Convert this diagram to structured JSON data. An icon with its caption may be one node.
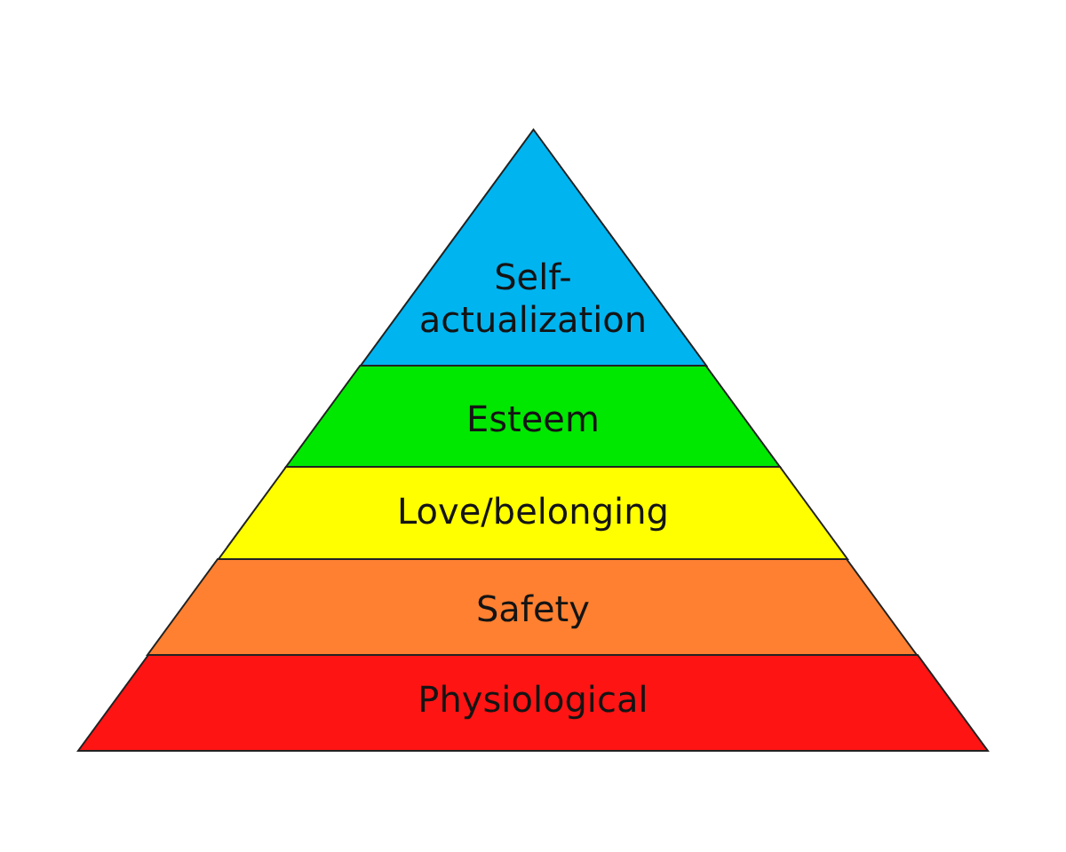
{
  "diagram": {
    "nodes": [
      {
        "text": [
          "Self-actualization"
        ]
      },
      {
        "text": [
          "Esteem"
        ]
      },
      {
        "text": [
          "Love/belonging"
        ]
      },
      {
        "text": [
          "Safety"
        ]
      },
      {
        "text": [
          "Physiological"
        ]
      }
    ]
  }
}
